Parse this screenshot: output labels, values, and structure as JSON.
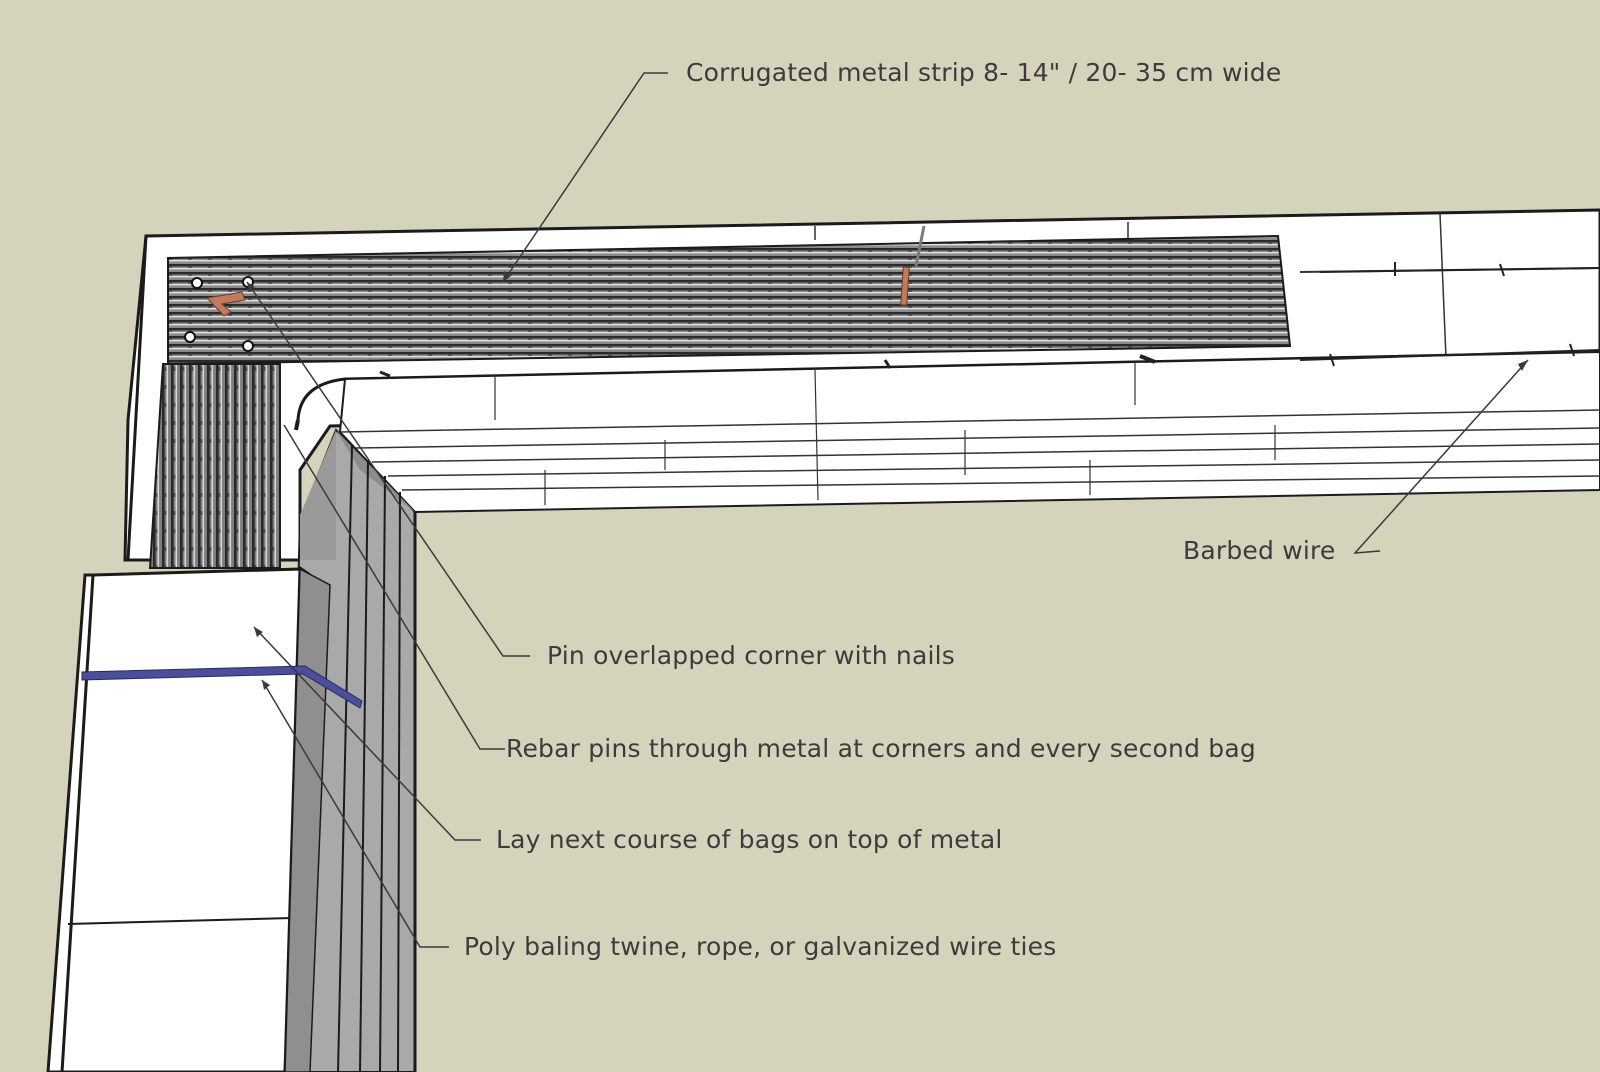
{
  "labels": {
    "corrugated_strip": "Corrugated metal strip 8- 14\" / 20- 35 cm wide",
    "barbed_wire": "Barbed wire",
    "pin_corner": "Pin overlapped corner with nails",
    "rebar_pins": "Rebar pins through metal at corners and every second bag",
    "next_course": "Lay next course of bags on top of metal",
    "ties": "Poly baling twine, rope, or galvanized wire ties"
  },
  "colors": {
    "background": "#d6d3bd",
    "bag_face": "#ffffff",
    "bag_shade": "#a7a7a7",
    "corrugated_metal": "#3e3e3e",
    "rebar": "#c07a5e",
    "tie": "#4b4f9a",
    "leader_line": "#3a3a3a"
  }
}
